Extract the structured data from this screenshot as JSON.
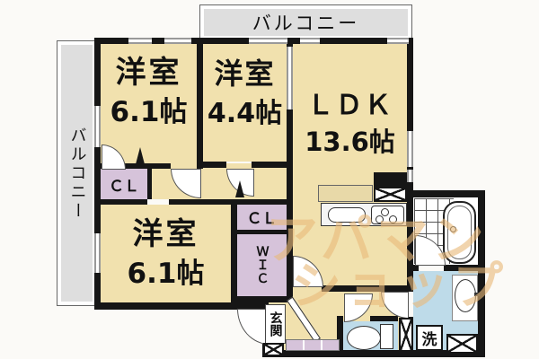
{
  "floorplan": {
    "balconies": {
      "top": "バルコニー",
      "left": "バルコニー"
    },
    "rooms": {
      "bedroom_top_left": {
        "name": "洋室",
        "size": "6.1帖"
      },
      "bedroom_top_mid": {
        "name": "洋室",
        "size": "4.4帖"
      },
      "ldk": {
        "name": "ＬＤＫ",
        "size": "13.6帖"
      },
      "bedroom_bottom": {
        "name": "洋室",
        "size": "6.1帖"
      }
    },
    "storage": {
      "closet1": "ＣＬ",
      "closet2": "ＣＬ",
      "wic": "ＷＩＣ"
    },
    "entrance_label": "玄関",
    "laundry_label": "洗",
    "watermark": {
      "line1": "アパマン",
      "line2": "ショップ"
    },
    "colors": {
      "floor": "#f1e1ae",
      "closet": "#d6c3da",
      "wet_area": "#bedbe9",
      "balcony": "#dedede",
      "wall": "#161616",
      "watermark": "#e9ba7a"
    }
  }
}
